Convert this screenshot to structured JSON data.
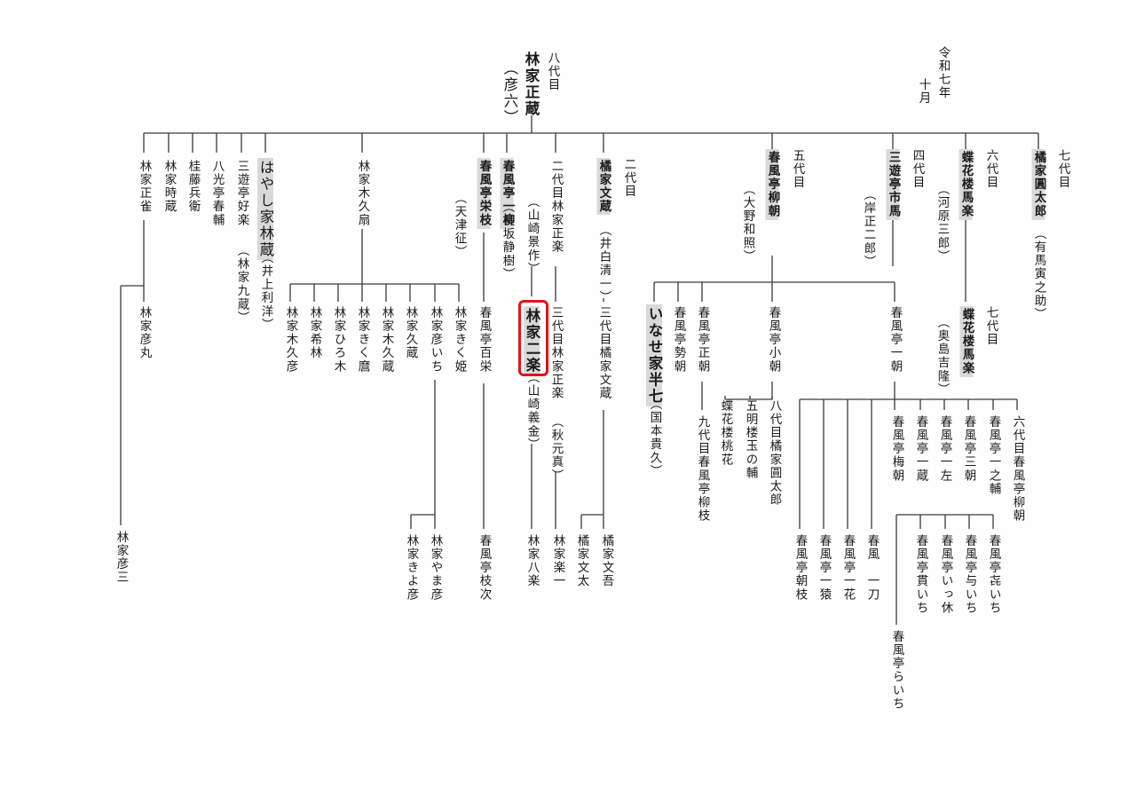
{
  "date": {
    "year": "令和七年",
    "month": "十月"
  },
  "head": {
    "generation": "八代目",
    "name": "林家正蔵",
    "real": "（彦六）"
  },
  "nodes": {
    "n_shojaku": "林家正雀",
    "n_tokizo": "林家時蔵",
    "n_katsura": "桂藤兵衛",
    "n_yakko": "八光亭春輔",
    "n_sanyu": "三遊亭好楽",
    "n_sanyu_old": "（林家九蔵）",
    "n_hayashi": "はやし家林蔵",
    "n_hayashi_real": "（井上利洋）",
    "n_kisen": "林家木久扇",
    "n_eishi": "春風亭栄枝",
    "n_eishi_real": "（天津征）",
    "n_ichiryu": "春風亭一柳",
    "n_ichiryu_real": "（長坂静樹）",
    "n_shozo2": "二代目林家正楽",
    "n_shozo2_real": "（山崎景作）",
    "n_bunzo": "橘家文蔵",
    "n_bunzo_gen": "二代目",
    "n_bunzo_real": "（井白清一）",
    "n_ryucho_gen": "五代目",
    "n_ryucho": "春風亭柳朝",
    "n_ryucho_real": "（大野和照）",
    "n_ichiba_gen": "四代目",
    "n_ichiba": "三遊亭市馬",
    "n_ichiba_real": "（岸正二郎）",
    "n_baraku6_gen": "六代目",
    "n_baraku6": "蝶花楼馬楽",
    "n_baraku6_real": "（河原三郎）",
    "n_entaro_gen": "七代目",
    "n_entaro": "橘家圓太郎",
    "n_entaro_real": "（有馬寅之助）",
    "n_hikomaru": "林家彦丸",
    "n_hikozo": "林家彦三",
    "n_kikuhiko": "林家木久彦",
    "n_kirin": "林家希林",
    "n_hiroki": "林家ひろ木",
    "n_kikumaro": "林家きく麿",
    "n_kikuzo": "林家木久蔵",
    "n_kyuzo": "林家久蔵",
    "n_hikoichi": "林家彦いち",
    "n_kikuhime": "林家きく姫",
    "n_yamahiko": "林家やま彦",
    "n_kiyohiko": "林家きよ彦",
    "n_hyakuei": "春風亭百栄",
    "n_edatsugu": "春風亭枝次",
    "n_niraku": "林家二楽",
    "n_niraku_real": "（山崎義金）",
    "n_shozo3": "三代目林家正楽",
    "n_shozo3_real": "（秋元真）",
    "n_hachiraku": "林家八楽",
    "n_rakuichi": "林家楽一",
    "n_bunzo3": "三代目橘家文蔵",
    "n_bunta": "橘家文太",
    "n_bungo": "橘家文吾",
    "n_hanshichi": "いなせ家半七",
    "n_hanshichi_real": "（国本貴久）",
    "n_seicho": "春風亭勢朝",
    "n_shocho": "春風亭正朝",
    "n_ryushi": "九代目春風亭柳枝",
    "n_kocho": "春風亭小朝",
    "n_tokka": "蝶花楼桃花",
    "n_gomei": "五明楼玉の輔",
    "n_entaro8": "八代目橘家圓太郎",
    "n_iccho": "春風亭一朝",
    "n_baraku7_gen": "七代目",
    "n_baraku7": "蝶花楼馬楽",
    "n_baraku7_real": "（奥島吉隆）",
    "n_baicho": "春風亭梅朝",
    "n_ichizo": "春風亭一蔵",
    "n_ichisa": "春風亭三朝",
    "n_sancho_left": "春風亭一左",
    "n_ichinosuke": "春風亭一之輔",
    "n_ryucho6": "六代目春風亭柳朝",
    "n_asaeda": "春風亭朝枝",
    "n_ichien": "春風亭一猿",
    "n_ippana": "春風亭一花",
    "n_ittou": "春風　一刀",
    "n_kaniichi": "春風亭貫いち",
    "n_ikkyu": "春風亭いっ休",
    "n_yoichi": "春風亭与いち",
    "n_buichi": "春風亭㐂いち",
    "n_raichi": "春風亭らいち"
  }
}
